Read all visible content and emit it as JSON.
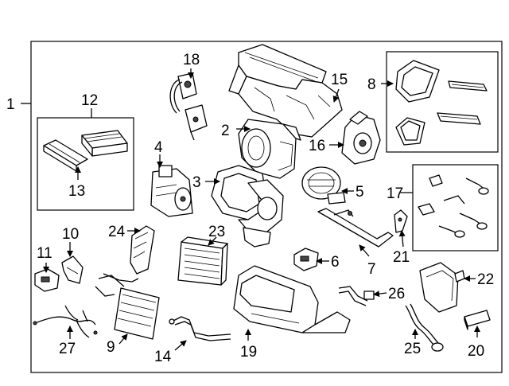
{
  "diagram": {
    "callouts": [
      {
        "id": "c1",
        "text": "1"
      },
      {
        "id": "c2",
        "text": "2"
      },
      {
        "id": "c3",
        "text": "3"
      },
      {
        "id": "c4",
        "text": "4"
      },
      {
        "id": "c5",
        "text": "5"
      },
      {
        "id": "c6",
        "text": "6"
      },
      {
        "id": "c7",
        "text": "7"
      },
      {
        "id": "c8",
        "text": "8"
      },
      {
        "id": "c9",
        "text": "9"
      },
      {
        "id": "c10",
        "text": "10"
      },
      {
        "id": "c11",
        "text": "11"
      },
      {
        "id": "c12",
        "text": "12"
      },
      {
        "id": "c13",
        "text": "13"
      },
      {
        "id": "c14",
        "text": "14"
      },
      {
        "id": "c15",
        "text": "15"
      },
      {
        "id": "c16",
        "text": "16"
      },
      {
        "id": "c17",
        "text": "17"
      },
      {
        "id": "c18",
        "text": "18"
      },
      {
        "id": "c19",
        "text": "19"
      },
      {
        "id": "c20",
        "text": "20"
      },
      {
        "id": "c21",
        "text": "21"
      },
      {
        "id": "c22",
        "text": "22"
      },
      {
        "id": "c23",
        "text": "23"
      },
      {
        "id": "c24",
        "text": "24"
      },
      {
        "id": "c25",
        "text": "25"
      },
      {
        "id": "c26",
        "text": "26"
      },
      {
        "id": "c27",
        "text": "27"
      }
    ]
  }
}
